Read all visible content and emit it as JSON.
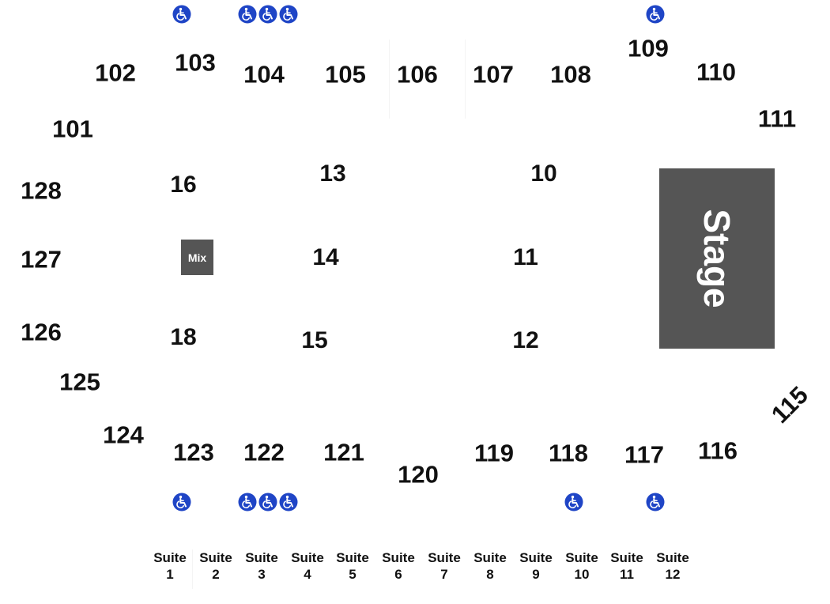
{
  "colors": {
    "text": "#111111",
    "stage": "#555555",
    "mix": "#555555",
    "accessible": "#1f45c6",
    "background": "#ffffff"
  },
  "stage": {
    "label": "Stage"
  },
  "mix": {
    "label": "Mix"
  },
  "sections": {
    "s101": "101",
    "s102": "102",
    "s103": "103",
    "s104": "104",
    "s105": "105",
    "s106": "106",
    "s107": "107",
    "s108": "108",
    "s109": "109",
    "s110": "110",
    "s111": "111",
    "s115": "115",
    "s116": "116",
    "s117": "117",
    "s118": "118",
    "s119": "119",
    "s120": "120",
    "s121": "121",
    "s122": "122",
    "s123": "123",
    "s124": "124",
    "s125": "125",
    "s126": "126",
    "s127": "127",
    "s128": "128",
    "f10": "10",
    "f11": "11",
    "f12": "12",
    "f13": "13",
    "f14": "14",
    "f15": "15",
    "f16": "16",
    "f18": "18"
  },
  "suites": [
    {
      "word": "Suite",
      "number": "1"
    },
    {
      "word": "Suite",
      "number": "2"
    },
    {
      "word": "Suite",
      "number": "3"
    },
    {
      "word": "Suite",
      "number": "4"
    },
    {
      "word": "Suite",
      "number": "5"
    },
    {
      "word": "Suite",
      "number": "6"
    },
    {
      "word": "Suite",
      "number": "7"
    },
    {
      "word": "Suite",
      "number": "8"
    },
    {
      "word": "Suite",
      "number": "9"
    },
    {
      "word": "Suite",
      "number": "10"
    },
    {
      "word": "Suite",
      "number": "11"
    },
    {
      "word": "Suite",
      "number": "12"
    }
  ],
  "icons": {
    "accessible": "wheelchair-icon"
  }
}
